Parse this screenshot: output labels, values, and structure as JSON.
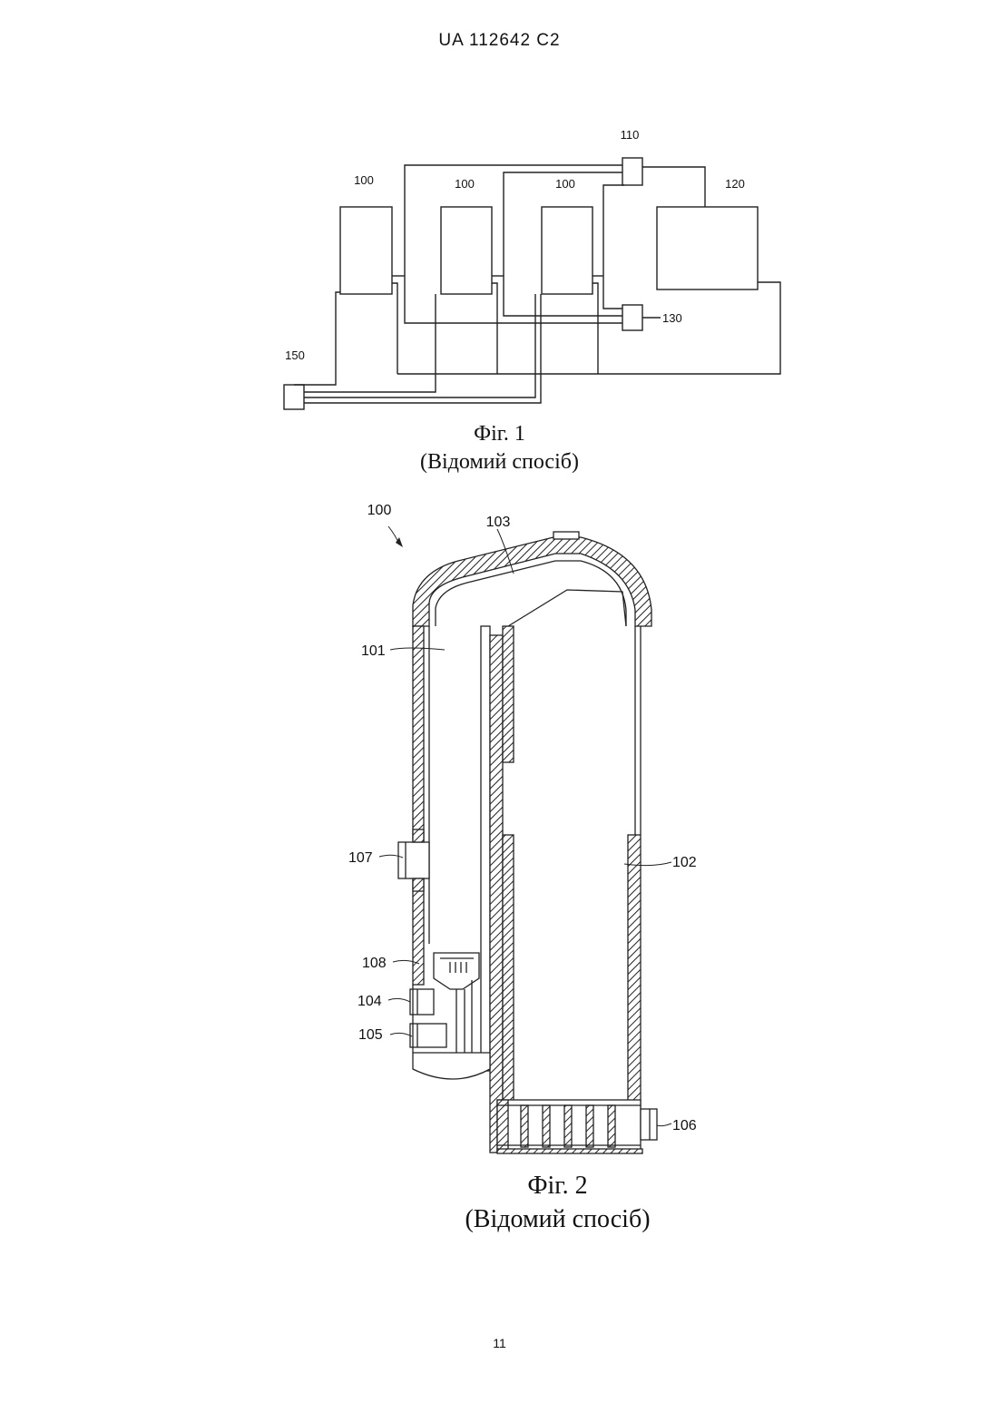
{
  "header": {
    "document_id": "UA   112642   C2"
  },
  "figure1": {
    "labels": {
      "reactor_1": "100",
      "reactor_2": "100",
      "reactor_3": "100",
      "unit_110": "110",
      "unit_120": "120",
      "unit_130": "130",
      "unit_150": "150"
    },
    "caption_title": "Фіг. 1",
    "caption_note": "(Відомий спосіб)"
  },
  "figure2": {
    "labels": {
      "assembly": "100",
      "part_101": "101",
      "part_102": "102",
      "part_103": "103",
      "part_104": "104",
      "part_105": "105",
      "part_106": "106",
      "part_107": "107",
      "part_108": "108"
    },
    "caption_title": "Фіг. 2",
    "caption_note": "(Відомий спосіб)"
  },
  "footer": {
    "page_number": "11"
  }
}
